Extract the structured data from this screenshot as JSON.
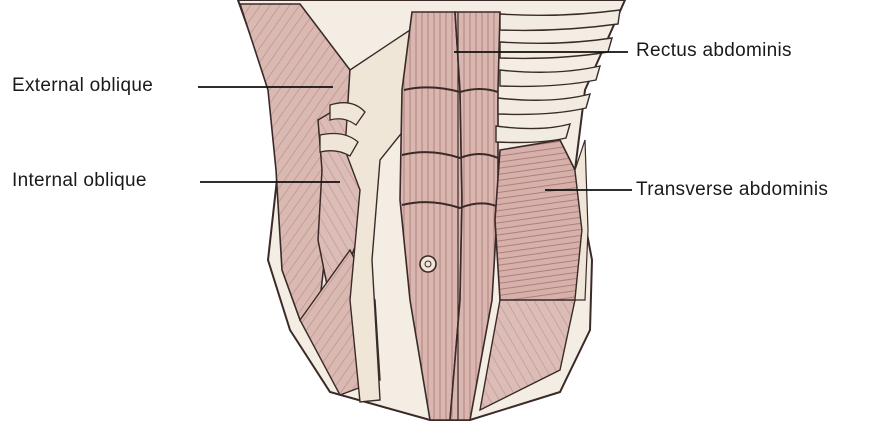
{
  "labels": {
    "external_oblique": "External oblique",
    "internal_oblique": "Internal oblique",
    "rectus_abdominis": "Rectus abdominis",
    "transverse_abdominis": "Transverse abdominis"
  },
  "colors": {
    "muscle_fill": "#d8b4ae",
    "muscle_dark": "#b98a85",
    "fascia": "#efe6d8",
    "outline": "#3a2a28",
    "leader_line": "#111111"
  }
}
